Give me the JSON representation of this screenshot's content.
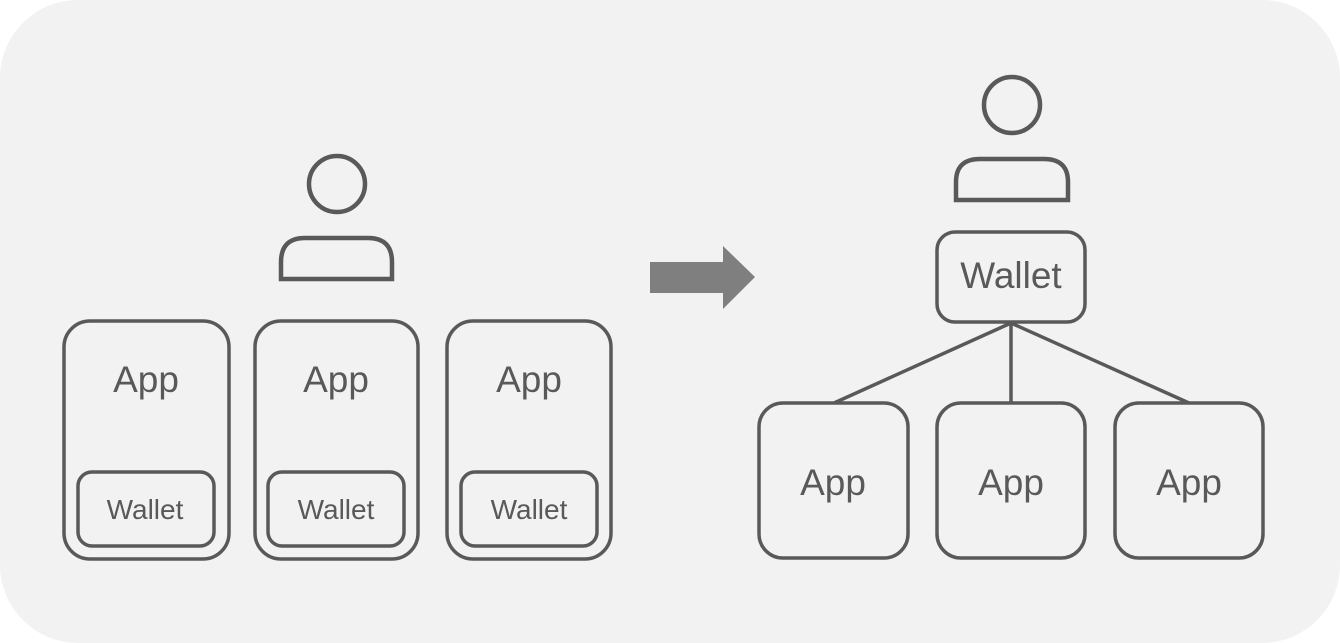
{
  "colors": {
    "background": "#f2f2f2",
    "stroke": "#595959",
    "text": "#595959",
    "arrow": "#7f7f7f"
  },
  "before": {
    "user_icon": "person-icon",
    "apps": [
      {
        "app_label": "App",
        "wallet_label": "Wallet"
      },
      {
        "app_label": "App",
        "wallet_label": "Wallet"
      },
      {
        "app_label": "App",
        "wallet_label": "Wallet"
      }
    ]
  },
  "transition_icon": "arrow-right-icon",
  "after": {
    "user_icon": "person-icon",
    "wallet_label": "Wallet",
    "apps": [
      {
        "app_label": "App"
      },
      {
        "app_label": "App"
      },
      {
        "app_label": "App"
      }
    ]
  }
}
